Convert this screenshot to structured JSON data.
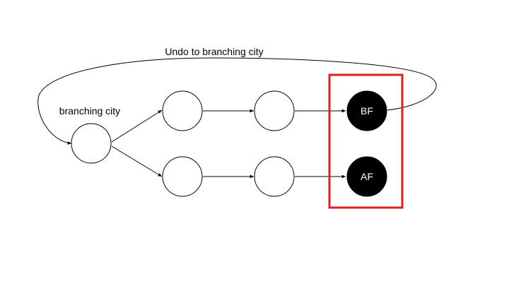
{
  "diagram": {
    "loop_label": "Undo to branching city",
    "branch_label": "branching city",
    "nodes": {
      "start": {
        "label": ""
      },
      "top_1": {
        "label": ""
      },
      "top_2": {
        "label": ""
      },
      "bf": {
        "label": "BF"
      },
      "bottom_1": {
        "label": ""
      },
      "bottom_2": {
        "label": ""
      },
      "af": {
        "label": "AF"
      }
    },
    "colors": {
      "line": "#000000",
      "node_fill_empty": "#ffffff",
      "node_fill_final": "#000000",
      "highlight": "#e02020"
    }
  }
}
